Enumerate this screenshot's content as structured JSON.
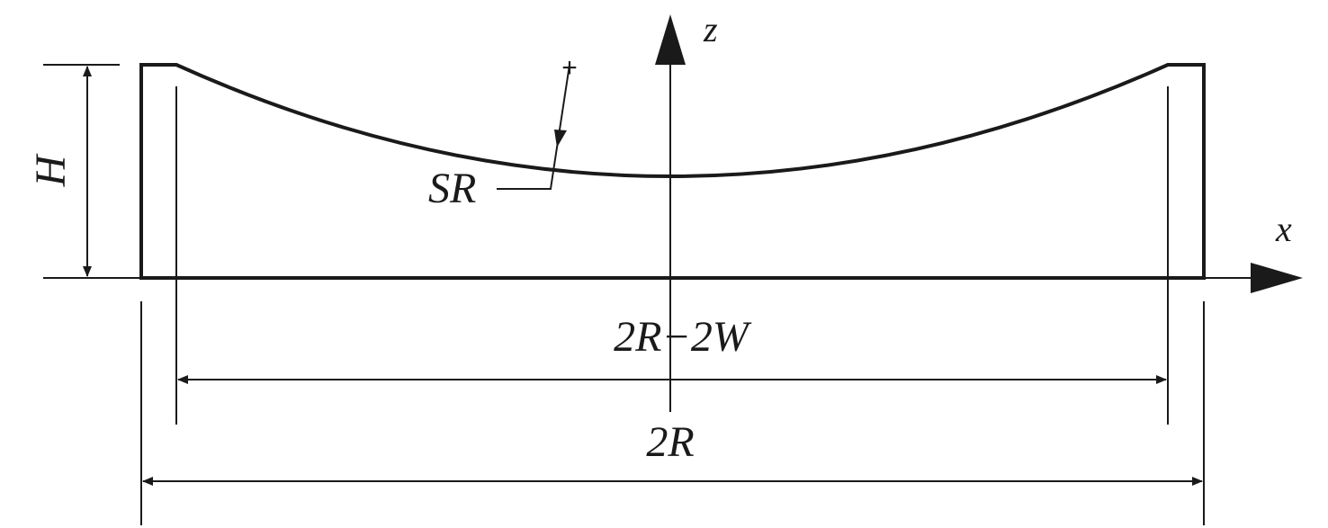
{
  "labels": {
    "z_axis": "z",
    "x_axis": "x",
    "height": "H",
    "sphere_radius": "SR",
    "inner_width": "2R−2W",
    "outer_width": "2R"
  },
  "marks": {
    "center_marker": "+"
  },
  "colors": {
    "ink": "#1a1a1a",
    "background": "#ffffff"
  }
}
